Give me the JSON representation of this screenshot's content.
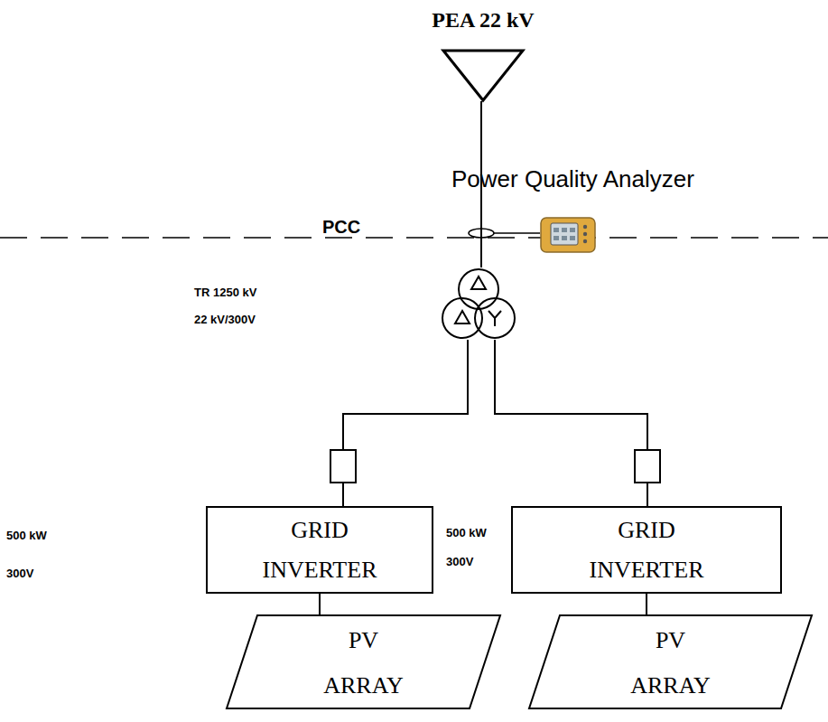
{
  "diagram": {
    "nodes": [
      {
        "text": [
          "PEA 22 kV"
        ]
      },
      {
        "text": [
          "Power Quality Analyzer"
        ]
      },
      {
        "text": [
          "TR 1250 kV",
          "22 kV/300V"
        ]
      },
      {
        "text": [
          "GRID INVERTER",
          "500 kW 300V"
        ]
      },
      {
        "text": [
          "PV ARRAY"
        ]
      },
      {
        "text": [
          "GRID INVERTER",
          "500 kW 300V"
        ]
      },
      {
        "text": [
          "PV ARRAY"
        ]
      }
    ],
    "edges": [
      {
        "from": 0,
        "to": 2,
        "arrow": "none"
      },
      {
        "from": 2,
        "to": 3,
        "arrow": "none"
      },
      {
        "from": 2,
        "to": 5,
        "arrow": "none"
      },
      {
        "from": 3,
        "to": 4,
        "arrow": "none"
      },
      {
        "from": 5,
        "to": 6,
        "arrow": "none"
      }
    ],
    "labels": [
      "PCC"
    ]
  }
}
